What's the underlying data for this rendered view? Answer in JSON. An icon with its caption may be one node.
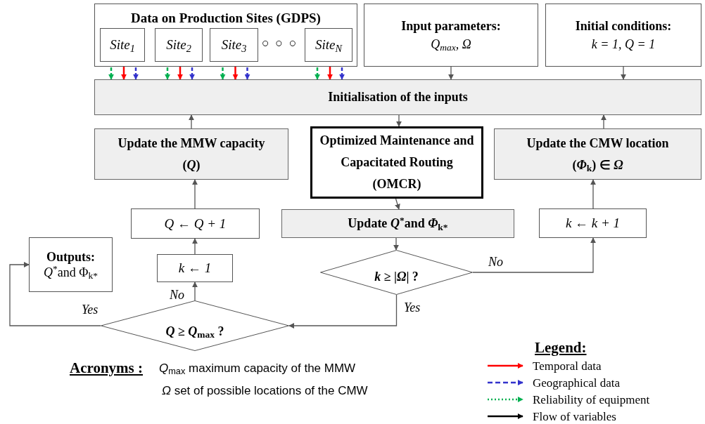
{
  "diagram": {
    "nodes": [
      {
        "text": [
          "Data on Production Sites (GDPS)"
        ]
      },
      {
        "text": [
          "Site$_{1}$"
        ],
        "in": 0
      },
      {
        "text": [
          "Site$_{2}$"
        ],
        "in": 0
      },
      {
        "text": [
          "Site$_{3}$"
        ],
        "in": 0
      },
      {
        "text": [
          "Site$_{N}$"
        ],
        "in": 0
      },
      {
        "text": [
          "Input parameters:",
          "Q$_{max}$, Ω"
        ]
      },
      {
        "text": [
          "Initial conditions:",
          "k = 1, Q = 1"
        ]
      },
      {
        "text": [
          "Initialisation of the inputs"
        ]
      },
      {
        "text": [
          "Update the MMW capacity",
          "(*Q*)"
        ]
      },
      {
        "text": [
          "Optimized Maintenance and Capacitated Routing (OMCR)"
        ]
      },
      {
        "text": [
          "Update the CMW location",
          "(*Φ*$_{k}$) ∈ *Ω*"
        ]
      },
      {
        "text": [
          "Q ← Q + 1"
        ]
      },
      {
        "text": [
          "Update *Q*$^{*}$and *Φ*$_{k*}$"
        ]
      },
      {
        "text": [
          "k ← k + 1"
        ]
      },
      {
        "text": [
          "Outputs:",
          "*Q*$^{*}$and Φ$_{k*}$"
        ]
      },
      {
        "text": [
          "k ← 1"
        ]
      },
      {
        "text": [
          "*k* ≥ |*Ω*| ?"
        ]
      },
      {
        "text": [
          "*Q* ≥ *Q*$_{max}$ ?"
        ]
      }
    ],
    "edges": [
      {
        "from": 1,
        "to": 7,
        "arrow": "to",
        "style": "dashed",
        "color": "#00b050"
      },
      {
        "from": 1,
        "to": 7,
        "arrow": "to",
        "color": "#ff0000"
      },
      {
        "from": 1,
        "to": 7,
        "arrow": "to",
        "style": "dashed",
        "color": "#3333cc"
      },
      {
        "from": 2,
        "to": 7,
        "arrow": "to",
        "style": "dashed",
        "color": "#00b050"
      },
      {
        "from": 2,
        "to": 7,
        "arrow": "to",
        "color": "#ff0000"
      },
      {
        "from": 2,
        "to": 7,
        "arrow": "to",
        "style": "dashed",
        "color": "#3333cc"
      },
      {
        "from": 3,
        "to": 7,
        "arrow": "to",
        "style": "dashed",
        "color": "#00b050"
      },
      {
        "from": 3,
        "to": 7,
        "arrow": "to",
        "color": "#ff0000"
      },
      {
        "from": 3,
        "to": 7,
        "arrow": "to",
        "style": "dashed",
        "color": "#3333cc"
      },
      {
        "from": 4,
        "to": 7,
        "arrow": "to",
        "style": "dashed",
        "color": "#00b050"
      },
      {
        "from": 4,
        "to": 7,
        "arrow": "to",
        "color": "#ff0000"
      },
      {
        "from": 4,
        "to": 7,
        "arrow": "to",
        "style": "dashed",
        "color": "#3333cc"
      },
      {
        "from": 5,
        "to": 7,
        "arrow": "to"
      },
      {
        "from": 6,
        "to": 7,
        "arrow": "to"
      },
      {
        "from": 7,
        "to": 9,
        "arrow": "to"
      },
      {
        "from": 8,
        "to": 7,
        "arrow": "to"
      },
      {
        "from": 10,
        "to": 7,
        "arrow": "to"
      },
      {
        "from": 9,
        "to": 12,
        "arrow": "to"
      },
      {
        "from": 12,
        "to": 16,
        "arrow": "to"
      },
      {
        "from": 16,
        "to": 13,
        "arrow": "to",
        "label": "No"
      },
      {
        "from": 13,
        "to": 10,
        "arrow": "to"
      },
      {
        "from": 16,
        "to": 17,
        "arrow": "to",
        "label": "Yes"
      },
      {
        "from": 17,
        "to": 15,
        "arrow": "to",
        "label": "No"
      },
      {
        "from": 15,
        "to": 11,
        "arrow": "to"
      },
      {
        "from": 11,
        "to": 8,
        "arrow": "to"
      },
      {
        "from": 17,
        "to": 14,
        "arrow": "to",
        "label": "Yes"
      }
    ],
    "labels": [
      "○ ○ ○",
      "Acronyms :",
      "*Q*$_{max}$ maximum capacity of the MMW",
      "*Ω*  set of possible locations of the CMW",
      "Legend:"
    ],
    "legend": [
      {
        "text": "Temporal data"
      },
      {
        "text": "Geographical data"
      },
      {
        "text": "Reliability of equipment"
      },
      {
        "text": "Flow of variables"
      }
    ]
  }
}
